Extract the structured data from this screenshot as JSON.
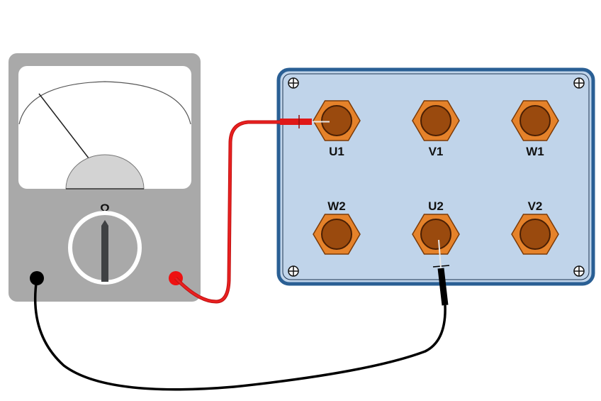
{
  "meter": {
    "dial_symbol": "Ω",
    "body_color": "#a9a9a9",
    "jacks": [
      {
        "name": "common",
        "color": "#000000"
      },
      {
        "name": "positive",
        "color": "#ee1111"
      }
    ]
  },
  "terminal_box": {
    "color": "#c0d4ea",
    "border_color": "#2a5f94",
    "terminals": [
      {
        "label": "U1"
      },
      {
        "label": "V1"
      },
      {
        "label": "W1"
      },
      {
        "label": "W2"
      },
      {
        "label": "U2"
      },
      {
        "label": "V2"
      }
    ],
    "probe_red_on": "U1",
    "probe_black_on": "U2"
  },
  "colors": {
    "red_lead": "#e01818",
    "black_lead": "#000000",
    "terminal_hex": "#e5822a",
    "terminal_core": "#9a4a0e"
  }
}
